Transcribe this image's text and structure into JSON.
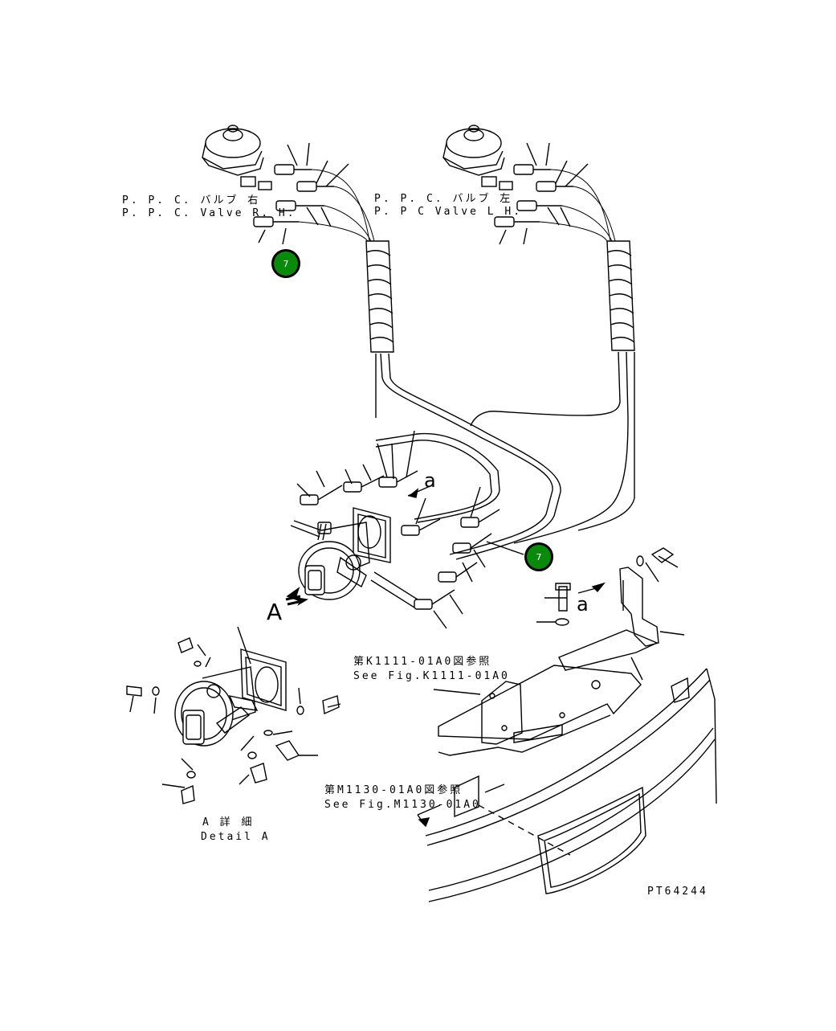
{
  "labels": {
    "ppc_rh_jp": "P. P. C. バルブ 右",
    "ppc_rh_en": "P. P. C. Valve R. H.",
    "ppc_lh_jp": "P. P. C. バルブ 左",
    "ppc_lh_en": "P. P C Valve L H.",
    "view_a": "A",
    "view_a_arrow": "a",
    "view_a_lower": "a",
    "see_k_jp": "第K1111-01A0図参照",
    "see_k_en": "See Fig.K1111-01A0",
    "see_m_jp": "第M1130-01A0図参照",
    "see_m_en": "See Fig.M1130-01A0",
    "detail_jp": "A 詳 細",
    "detail_en": "Detail A",
    "part_number": "PT64244"
  },
  "callouts": [
    {
      "number": "7"
    },
    {
      "number": "7"
    }
  ]
}
